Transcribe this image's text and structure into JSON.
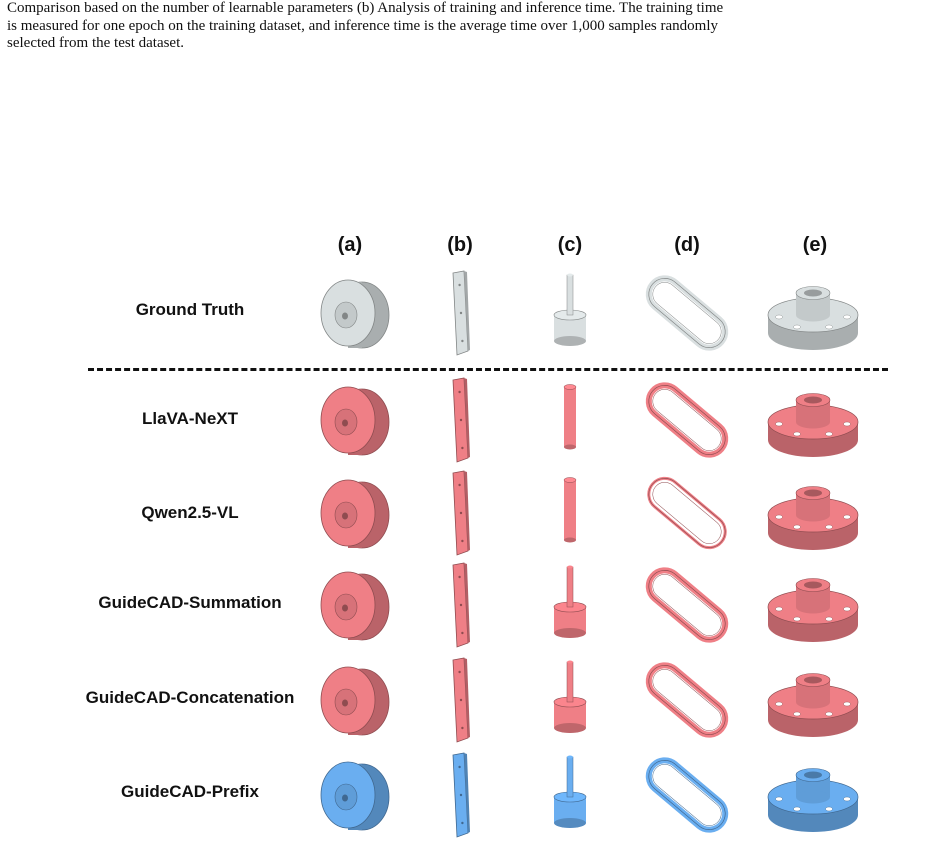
{
  "caption": {
    "line1": "Comparison based on the number of learnable parameters (b) Analysis of training and inference time. The training time",
    "line2": "is measured for one epoch on the training dataset, and inference time is the average time over 1,000 samples randomly",
    "line3": "selected from the test dataset."
  },
  "columns": [
    "(a)",
    "(b)",
    "(c)",
    "(d)",
    "(e)"
  ],
  "rows": [
    {
      "label": "Ground Truth",
      "color": "#d9dfe0"
    },
    {
      "label": "LlaVA-NeXT",
      "color": "#ef7f86"
    },
    {
      "label": "Qwen2.5-VL",
      "color": "#ef7f86"
    },
    {
      "label": "GuideCAD-Summation",
      "color": "#ef7f86"
    },
    {
      "label": "GuideCAD-Concatenation",
      "color": "#ef7f86"
    },
    {
      "label": "GuideCAD-Prefix",
      "color": "#6aaef0"
    }
  ]
}
